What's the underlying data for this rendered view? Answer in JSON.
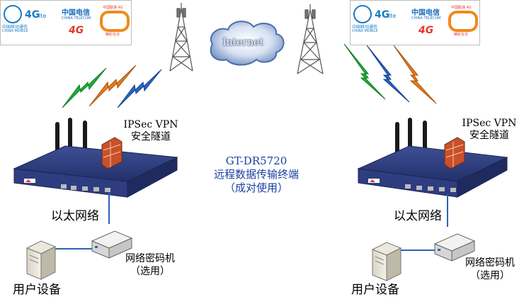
{
  "center_label": {
    "line1": "GT-DR5720",
    "line2": "远程数据传输终端",
    "line3": "（成对使用）"
  },
  "internet_label": "Internet",
  "left": {
    "vpn_line1": "IPSec VPN",
    "vpn_line2": "安全隧道",
    "ethernet": "以太网络",
    "encryptor_line1": "网络密码机",
    "encryptor_line2": "（选用）",
    "user_device": "用户设备"
  },
  "right": {
    "vpn_line1": "IPSec VPN",
    "vpn_line2": "安全隧道",
    "ethernet": "以太网络",
    "encryptor_line1": "网络密码机",
    "encryptor_line2": "（选用）",
    "user_device": "用户设备"
  },
  "carriers": {
    "cmcc_name_cn": "中国移动通信",
    "cmcc_name_en": "CHINA MOBILE",
    "fourg": "4G",
    "lte": "lte",
    "telecom_cn": "中国电信",
    "telecom_en": "CHINA TELECOM",
    "telecom_4g": "4G",
    "unicom_cn": "中国联通 4G",
    "unicom_slogan": "精彩在沃"
  },
  "colors": {
    "router_body": "#2b3c7a",
    "router_front": "#3b4e96",
    "firewall": "#c8502a",
    "bolt_green": "#1fae3a",
    "bolt_orange": "#e77a1b",
    "bolt_blue": "#2565c9",
    "link_line": "#2a63b8",
    "cloud": "#5b7fb4",
    "cmcc": "#1a7cc1",
    "telecom": "#1d6cc0",
    "unicom": "#e3392b"
  }
}
